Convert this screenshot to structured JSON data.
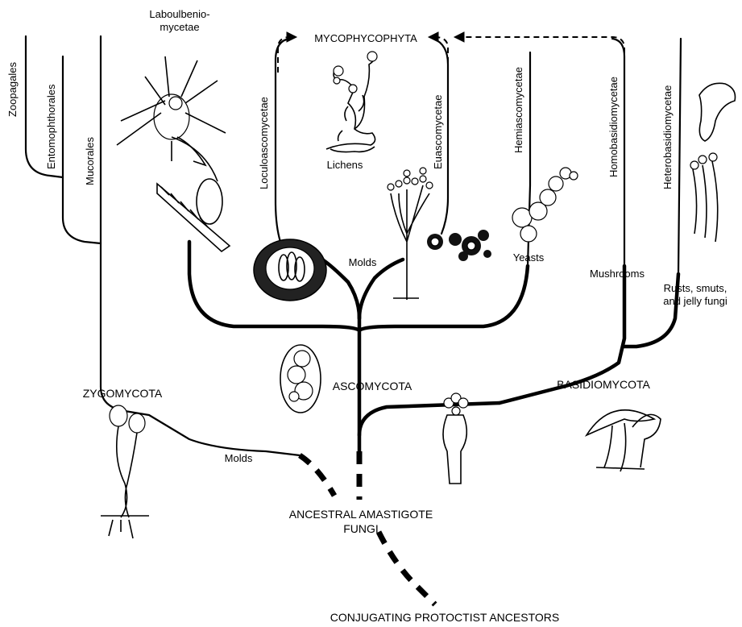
{
  "labels": {
    "laboulbeniomycetae_1": "Laboulbenio-",
    "laboulbeniomycetae_2": "mycetae",
    "mycophycophyta": "MYCOPHYCOPHYTA",
    "zoopagales": "Zoopagales",
    "entomophthorales": "Entomophthorales",
    "mucorales": "Mucorales",
    "loculoascomycetae": "Loculoascomycetae",
    "euascomycetae": "Euascomycetae",
    "hemiascomycetae": "Hemiascomycetae",
    "homobasidiomycetae": "Homobasidiomycetae",
    "heterobasidiomycetae": "Heterobasidiomycetae",
    "lichens": "Lichens",
    "molds_asco": "Molds",
    "yeasts": "Yeasts",
    "mushrooms": "Mushrooms",
    "rusts_1": "Rusts, smuts,",
    "rusts_2": "and jelly fungi",
    "ascomycota": "ASCOMYCOTA",
    "basidiomycota": "BASIDIOMYCOTA",
    "zygomycota": "ZYGOMYCOTA",
    "molds_zygo": "Molds",
    "ancestral_1": "ANCESTRAL AMASTIGOTE",
    "ancestral_2": "FUNGI",
    "conjugating": "CONJUGATING PROTOCTIST ANCESTORS"
  },
  "colors": {
    "ink": "#000000",
    "background": "#ffffff"
  },
  "illustrations": [
    "insect-with-laboulbeniales-icon",
    "lichen-icon",
    "perithecium-icon",
    "conidiophore-icon",
    "ascospores-icon",
    "yeast-cells-icon",
    "smut-rust-icon",
    "ascus-icon",
    "basidium-icon",
    "mushrooms-icon",
    "sporangia-icon"
  ]
}
